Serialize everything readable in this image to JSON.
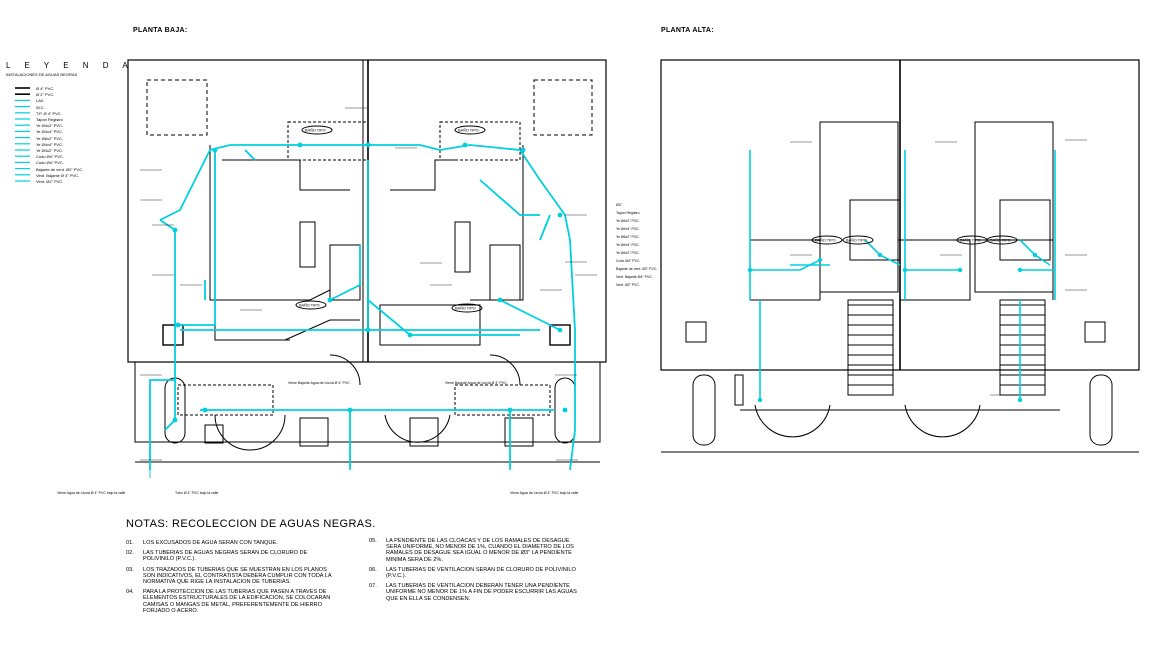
{
  "plans": {
    "ground_title": "PLANTA BAJA:",
    "upper_title": "PLANTA ALTA:"
  },
  "legend": {
    "title": "L E Y E N D A",
    "subtitle": "INSTALACIONES DE AGUAS NEGRAS",
    "items": [
      "Ø 4\" PVC.",
      "Ø 2\" PVC.",
      "LAV.",
      "W.C.",
      "T.P. Ø 4\" PVC.",
      "Tapón Registro",
      "Ye Ø4x2\" PVC.",
      "Ye Ø4x4\" PVC.",
      "Ye Ø6x2\" PVC.",
      "Ye Ø4x4\" PVC.",
      "Ye Ø4x2\" PVC.",
      "Codo Ø4\" PVC.",
      "Codo Ø4\" PVC.",
      "Bajante de vent. Ø2\" PVC.",
      "Vent. Bajante Ø 4\" PVC.",
      "Vent. Ø2\" PVC."
    ],
    "color_pipe": "#00cfe0"
  },
  "legend2": {
    "items": [
      "Ø4\"",
      "Tapón Registro",
      "Ye Ø4x2\" PVC.",
      "Ye Ø4x4\" PVC.",
      "Ye Ø6x2\" PVC.",
      "Ye Ø4x4\" PVC.",
      "Ye Ø4x2\" PVC.",
      "Codo Ø4\" PVC.",
      "Bajante de vent. Ø2\" PVC.",
      "Vent. Bajante Ø4\" PVC.",
      "Vent. Ø2\" PVC."
    ]
  },
  "annotations": {
    "ground_bottom": [
      "Viene Agua de Lluvia Ø 4\" PVC bajo la calle",
      "Tubo Ø 4\" PVC bajo la calle",
      "Viene Agua de Lluvia Ø 4\" PVC bajo la calle"
    ],
    "ground_mid": [
      "Viene Bajante Agua de Lluvia Ø 4\" PVC.",
      "Viene Bajante Agua de Lluvia Ø 4\" PVC."
    ],
    "tags": [
      "BAÑO TIPO",
      "BAÑO TIPO",
      "BAÑO TIPO",
      "BAÑO TIPO",
      "BAÑO TIPO",
      "BAÑO TIPO",
      "BAÑO TIPO",
      "BAÑO TIPO"
    ]
  },
  "notes": {
    "title": "NOTAS: RECOLECCION DE AGUAS NEGRAS.",
    "items": [
      {
        "n": "01.",
        "text": "LOS EXCUSADOS DE AGUA SERAN CON TANQUE."
      },
      {
        "n": "02.",
        "text": "LAS TUBERIAS DE AGUAS NEGRAS SERAN DE CLORURO DE POLIVINILO (P.V.C.)."
      },
      {
        "n": "03.",
        "text": "LOS TRAZADOS DE TUBERIAS QUE SE MUESTRAN EN LOS PLANOS SON INDICATIVOS, EL CONTRATISTA DEBERA CUMPLIR CON TODA LA NORMATIVA QUE RIGE LA INSTALACION DE TUBERIAS."
      },
      {
        "n": "04.",
        "text": "PARA LA PROTECCION DE LAS TUBERIAS QUE PASEN A TRAVES DE ELEMENTOS ESTRUCTURALES DE LA EDIFICACION, SE COLOCARAN CAMISAS O MANGAS DE METAL, PREFERENTEMENTE DE HIERRO FORJADO O ACERO."
      },
      {
        "n": "05.",
        "text": "LA PENDIENTE DE LAS CLOACAS Y DE LOS RAMALES DE DESAGUE SERA UNIFORME, NO MENOR DE 1%, CUANDO EL DIAMETRO DE LOS RAMALES DE DESAGUE SEA IGUAL O MENOR DE Ø3\" LA PENDIENTE MINIMA SERA DE 2%."
      },
      {
        "n": "06.",
        "text": "LAS TUBERIAS DE VENTILACION SERAN DE CLORURO DE POLIVINILO (P.V.C.)."
      },
      {
        "n": "07.",
        "text": "LAS TUBERIAS DE VENTILACION DEBERAN TENER UNA PENDIENTE UNIFORME NO MENOR DE 1% A FIN DE PODER ESCURRIR LAS AGUAS QUE EN ELLA SE CONDENSEN."
      }
    ]
  }
}
